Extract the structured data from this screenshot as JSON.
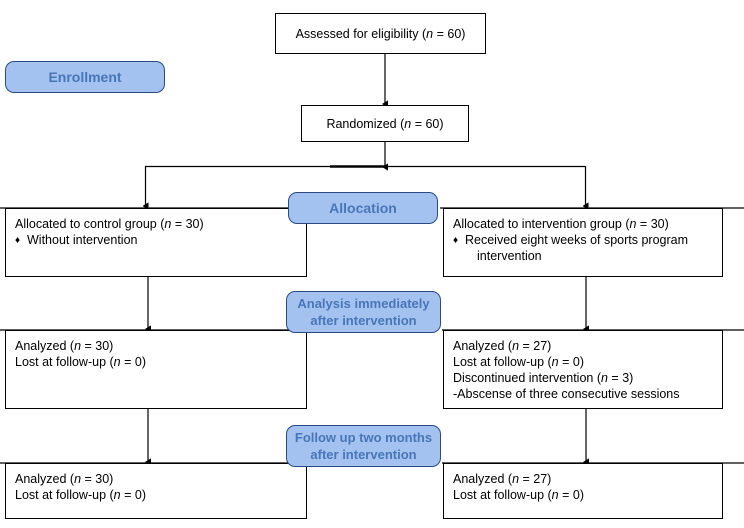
{
  "diagram": {
    "title": "CONSORT participant flow diagram",
    "colors": {
      "badge_fill": "#a3c2f0",
      "badge_border": "#2b4b80",
      "badge_text": "#4976b8",
      "box_border": "#000000",
      "box_fill": "#ffffff",
      "connector": "#000000"
    }
  },
  "stages": {
    "enrollment": {
      "label": "Enrollment"
    },
    "allocation": {
      "label": "Allocation"
    },
    "analysis_immediate": {
      "line1": "Analysis immediately",
      "line2": "after intervention"
    },
    "follow_up": {
      "line1": "Follow up two months",
      "line2": "after intervention"
    }
  },
  "nodes": {
    "assessed": {
      "text": "Assessed for eligibility (",
      "n_italic": "n",
      "n_value": " = 60)"
    },
    "randomized": {
      "text": "Randomized (",
      "n_italic": "n",
      "n_value": " = 60)"
    },
    "alloc_control": {
      "line1_pre": "Allocated to control group (",
      "line1_italic": "n",
      "line1_post": " = 30)",
      "bullet_mark": "♦",
      "bullet1": "Without intervention"
    },
    "alloc_intervention": {
      "line1_pre": "Allocated to intervention group (",
      "line1_italic": "n",
      "line1_post": " = 30)",
      "bullet_mark": "♦",
      "bullet1": "Received eight weeks of sports program",
      "bullet1_cont": "intervention"
    },
    "analysis_control": {
      "l1_pre": "Analyzed (",
      "l1_italic": "n",
      "l1_post": " = 30)",
      "l2_pre": "Lost at follow-up (",
      "l2_italic": "n",
      "l2_post": " = 0)"
    },
    "analysis_intervention": {
      "l1_pre": "Analyzed (",
      "l1_italic": "n",
      "l1_post": " = 27)",
      "l2_pre": "Lost at follow-up (",
      "l2_italic": "n",
      "l2_post": " = 0)",
      "l3_pre": "Discontinued intervention (",
      "l3_italic": "n",
      "l3_post": " = 3)",
      "l4": "-Abscense of three consecutive sessions"
    },
    "followup_control": {
      "l1_pre": "Analyzed (",
      "l1_italic": "n",
      "l1_post": " = 30)",
      "l2_pre": "Lost at follow-up (",
      "l2_italic": "n",
      "l2_post": " = 0)"
    },
    "followup_intervention": {
      "l1_pre": "Analyzed (",
      "l1_italic": "n",
      "l1_post": " = 27)",
      "l2_pre": "Lost at follow-up (",
      "l2_italic": "n",
      "l2_post": " = 0)"
    }
  }
}
